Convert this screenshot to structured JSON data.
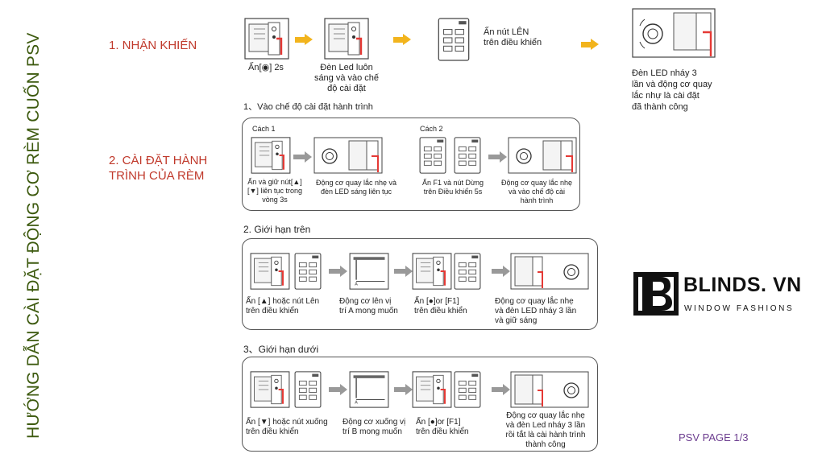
{
  "colors": {
    "title": "#3d5a0f",
    "section": "#c0392b",
    "accent_red": "#e53935",
    "arrow_yellow": "#f2b41d",
    "page": "#6c3d8f"
  },
  "vertical_title": "HƯỚNG DẪN CÀI ĐẶT ĐỘNG CƠ RÈM CUỐN PSV",
  "section1": {
    "label": "1. NHẬN KHIẾN",
    "cap1_pre": "Ấn",
    "cap1_post": "2s",
    "cap2": [
      "Đèn Led luôn",
      "sáng và vào chế",
      "độ cài đặt"
    ],
    "cap3": [
      "Ấn nút LÊN",
      "trên điều khiển"
    ],
    "cap4": [
      "Đèn LED nháy 3",
      "lần và động cơ quay",
      "lắc nhự là cài đặt",
      "đã thành công"
    ]
  },
  "section2": {
    "label": [
      "2. CÀI ĐẶT HÀNH",
      "TRÌNH CỦA RÈM"
    ],
    "step1": "1、Vào chế độ cài đặt hành trình",
    "way1": "Cách 1",
    "way2": "Cách 2",
    "b1_cap1": [
      "Ấn và giữ nút[▲]",
      "[▼] liên tục trong",
      "vòng 3s"
    ],
    "b1_cap2": [
      "Động cơ quay lắc nhẹ và",
      "đèn LED sáng liên tục"
    ],
    "b1_cap3": [
      "Ấn F1 và nút Dừng",
      "trên Điều khiển 5s"
    ],
    "b1_cap4": [
      "Động cơ quay lắc nhẹ",
      "và vào chế độ cài",
      "hành trình"
    ],
    "step2": "2. Giới hạn trên",
    "b2_cap1": [
      "Ấn [▲] hoặc nút Lên",
      "trên điều khiển"
    ],
    "b2_cap2": [
      "Động cơ lên vị",
      "trí A mong muốn"
    ],
    "b2_cap3": [
      "Ấn [●]or [F1]",
      "trên điều khiển"
    ],
    "b2_cap4": [
      "Động cơ quay lắc nhẹ",
      "và đèn LED nháy 3 lần",
      "và giữ sáng"
    ],
    "step3": "3、Giới hạn dưới",
    "b3_cap1": [
      "Ấn [▼] hoặc nút xuống",
      "trên điều khiển"
    ],
    "b3_cap2": [
      "Động cơ xuống vị",
      "trí B mong muốn"
    ],
    "b3_cap3": [
      "Ấn [●]or [F1]",
      "trên điều khiển"
    ],
    "b3_cap4": [
      "Động cơ quay lắc nhẹ",
      "và đèn Led nháy 3 lần",
      "rồi tắt là cài hành trình",
      "thành công"
    ]
  },
  "logo": {
    "name": "BLINDS. VN",
    "tagline": "WINDOW FASHIONS"
  },
  "page": "PSV PAGE 1/3"
}
